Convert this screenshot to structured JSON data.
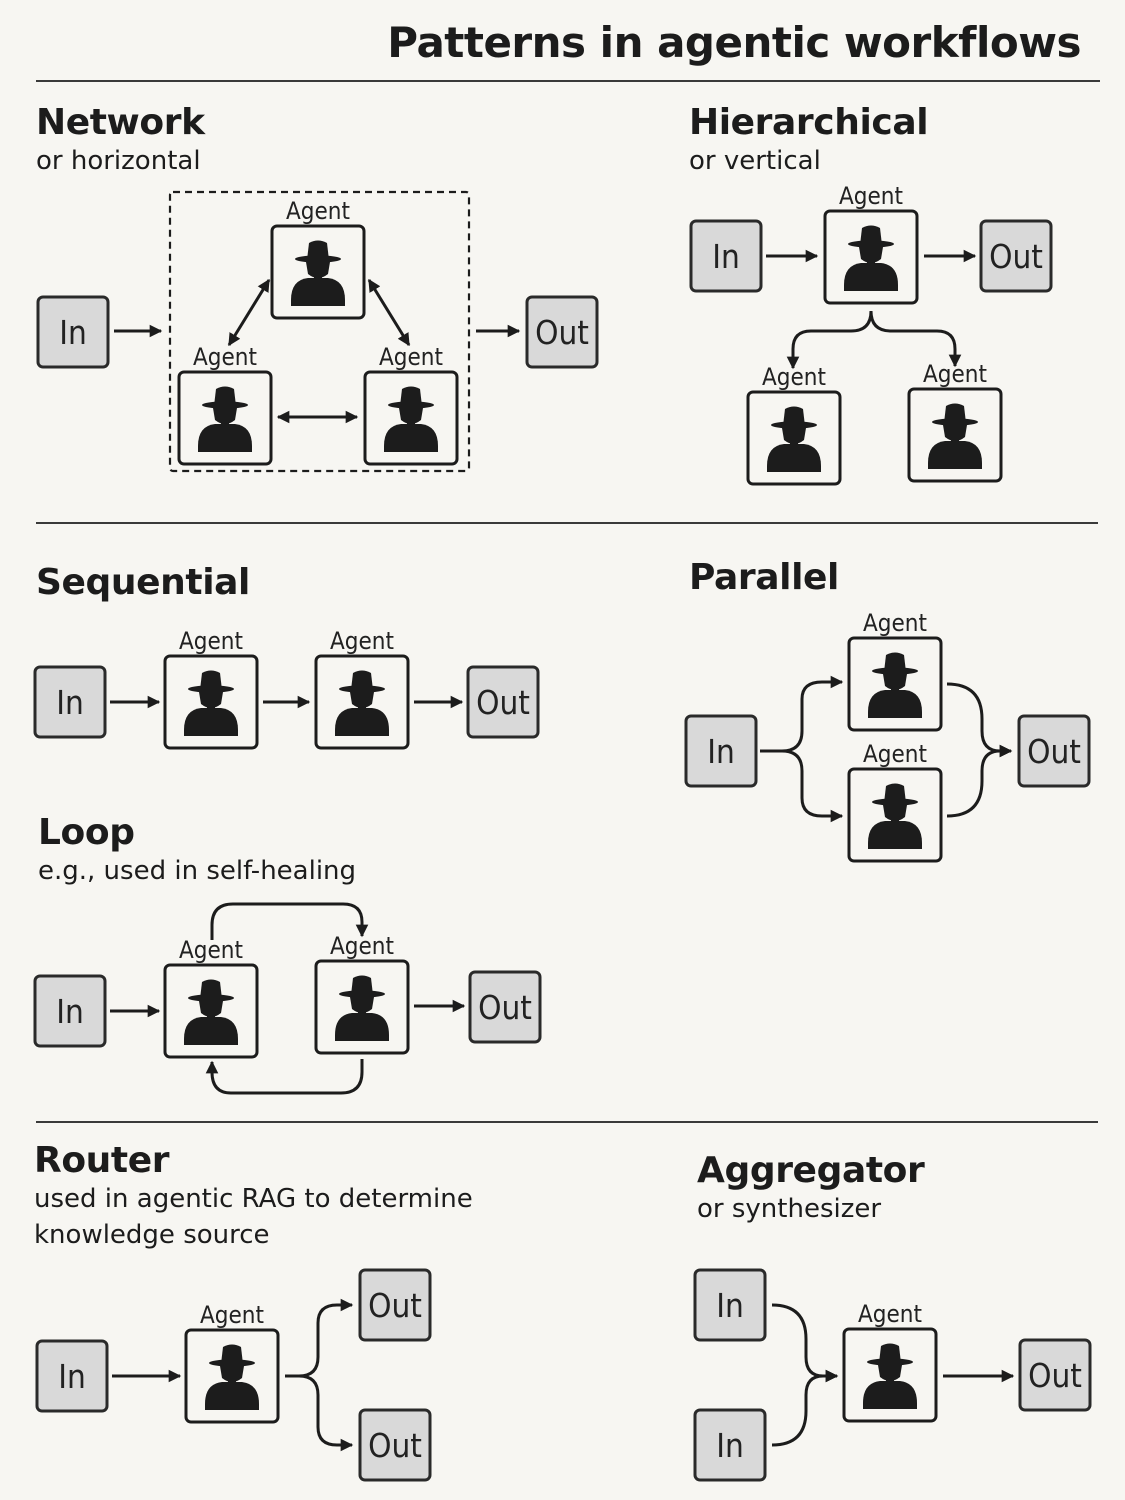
{
  "title": "Patterns in agentic workflows",
  "labels": {
    "agent": "Agent",
    "in": "In",
    "out": "Out"
  },
  "sections": {
    "network": {
      "title": "Network",
      "subtitle": "or horizontal"
    },
    "hierarchical": {
      "title": "Hierarchical",
      "subtitle": "or vertical"
    },
    "sequential": {
      "title": "Sequential"
    },
    "parallel": {
      "title": "Parallel"
    },
    "loop": {
      "title": "Loop",
      "subtitle": "e.g., used in self-healing"
    },
    "router": {
      "title": "Router",
      "subtitle_line1": "used in agentic RAG to determine",
      "subtitle_line2": "knowledge source"
    },
    "aggregator": {
      "title": "Aggregator",
      "subtitle": "or synthesizer"
    }
  },
  "colors": {
    "background": "#f7f6f2",
    "io_fill": "#d9d9d9",
    "stroke": "#1c1c1c",
    "figure": "#1c1c1c"
  },
  "icons": {
    "agent": "agent-figure-icon"
  }
}
